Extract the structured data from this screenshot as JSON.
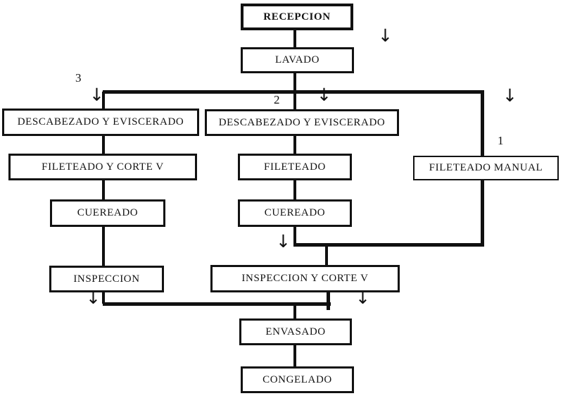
{
  "diagram": {
    "arrow_glyph": "↓",
    "branch_labels": {
      "line_1": "1",
      "line_2": "2",
      "line_3": "3"
    },
    "colors": {
      "ink": "#101010",
      "background": "#ffffff"
    },
    "nodes": {
      "recepcion": {
        "label": "RECEPCION"
      },
      "lavado": {
        "label": "LAVADO"
      },
      "descabezado_izq": {
        "label": "DESCABEZADO Y EVISCERADO"
      },
      "descabezado_centro": {
        "label": "DESCABEZADO Y EVISCERADO"
      },
      "fileteado_corte_v": {
        "label": "FILETEADO Y CORTE V"
      },
      "fileteado": {
        "label": "FILETEADO"
      },
      "fileteado_manual": {
        "label": "FILETEADO MANUAL"
      },
      "cuereado_izq": {
        "label": "CUEREADO"
      },
      "cuereado_centro": {
        "label": "CUEREADO"
      },
      "inspeccion": {
        "label": "INSPECCION"
      },
      "inspeccion_corte_v": {
        "label": "INSPECCION Y CORTE V"
      },
      "envasado": {
        "label": "ENVASADO"
      },
      "congelado": {
        "label": "CONGELADO"
      }
    }
  }
}
